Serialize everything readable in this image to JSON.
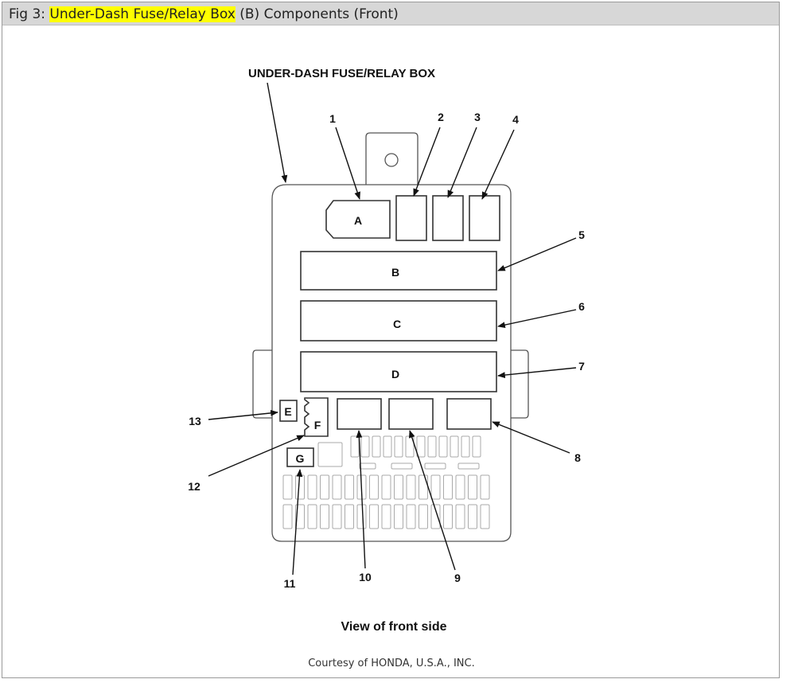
{
  "caption": {
    "prefix": "Fig 3: ",
    "highlight": "Under-Dash Fuse/Relay Box",
    "suffix": " (B) Components (Front)"
  },
  "diagram": {
    "title": "UNDER-DASH FUSE/RELAY BOX",
    "view_label": "View of front side",
    "courtesy": "Courtesy of HONDA, U.S.A., INC.",
    "component_letters": [
      "A",
      "B",
      "C",
      "D",
      "E",
      "F",
      "G"
    ],
    "callout_numbers": [
      "1",
      "2",
      "3",
      "4",
      "5",
      "6",
      "7",
      "8",
      "9",
      "10",
      "11",
      "12",
      "13"
    ]
  },
  "colors": {
    "highlight": "#ffff00",
    "caption_bar": "#d7d7d7"
  }
}
